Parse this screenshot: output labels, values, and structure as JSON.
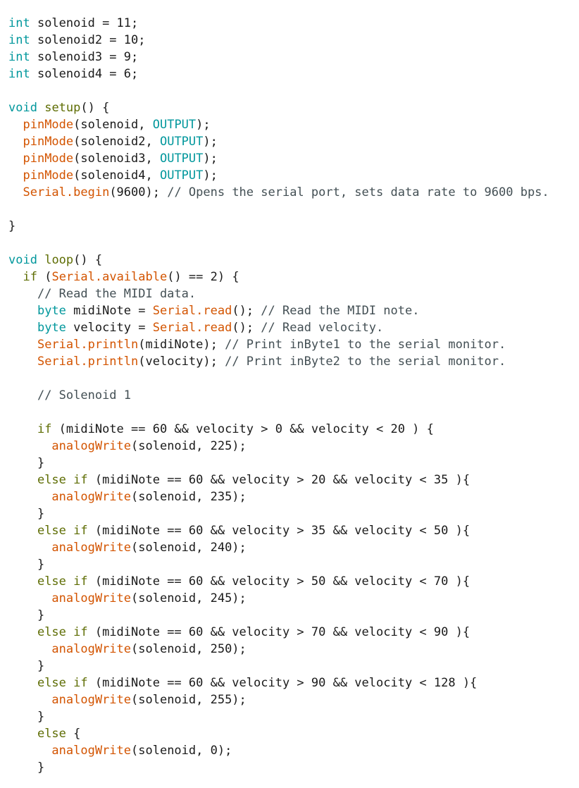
{
  "editor": {
    "language": "arduino",
    "colors": {
      "type": "#00979c",
      "keyword": "#5e6d03",
      "builtin": "#d35400",
      "constant": "#00979c",
      "comment": "#434f54",
      "plain": "#1a1a1a"
    },
    "lines": [
      [
        {
          "t": "type",
          "v": "int"
        },
        {
          "t": "plain",
          "v": " solenoid = 11;"
        }
      ],
      [
        {
          "t": "type",
          "v": "int"
        },
        {
          "t": "plain",
          "v": " solenoid2 = 10;"
        }
      ],
      [
        {
          "t": "type",
          "v": "int"
        },
        {
          "t": "plain",
          "v": " solenoid3 = 9;"
        }
      ],
      [
        {
          "t": "type",
          "v": "int"
        },
        {
          "t": "plain",
          "v": " solenoid4 = 6;"
        }
      ],
      [],
      [
        {
          "t": "type",
          "v": "void"
        },
        {
          "t": "plain",
          "v": " "
        },
        {
          "t": "keyword",
          "v": "setup"
        },
        {
          "t": "plain",
          "v": "() {"
        }
      ],
      [
        {
          "t": "plain",
          "v": "  "
        },
        {
          "t": "builtin",
          "v": "pinMode"
        },
        {
          "t": "plain",
          "v": "(solenoid, "
        },
        {
          "t": "constant",
          "v": "OUTPUT"
        },
        {
          "t": "plain",
          "v": ");"
        }
      ],
      [
        {
          "t": "plain",
          "v": "  "
        },
        {
          "t": "builtin",
          "v": "pinMode"
        },
        {
          "t": "plain",
          "v": "(solenoid2, "
        },
        {
          "t": "constant",
          "v": "OUTPUT"
        },
        {
          "t": "plain",
          "v": ");"
        }
      ],
      [
        {
          "t": "plain",
          "v": "  "
        },
        {
          "t": "builtin",
          "v": "pinMode"
        },
        {
          "t": "plain",
          "v": "(solenoid3, "
        },
        {
          "t": "constant",
          "v": "OUTPUT"
        },
        {
          "t": "plain",
          "v": ");"
        }
      ],
      [
        {
          "t": "plain",
          "v": "  "
        },
        {
          "t": "builtin",
          "v": "pinMode"
        },
        {
          "t": "plain",
          "v": "(solenoid4, "
        },
        {
          "t": "constant",
          "v": "OUTPUT"
        },
        {
          "t": "plain",
          "v": ");"
        }
      ],
      [
        {
          "t": "plain",
          "v": "  "
        },
        {
          "t": "builtin",
          "v": "Serial.begin"
        },
        {
          "t": "plain",
          "v": "(9600); "
        },
        {
          "t": "comment",
          "v": "// Opens the serial port, sets data rate to 9600 bps."
        }
      ],
      [],
      [
        {
          "t": "plain",
          "v": "}"
        }
      ],
      [],
      [
        {
          "t": "type",
          "v": "void"
        },
        {
          "t": "plain",
          "v": " "
        },
        {
          "t": "keyword",
          "v": "loop"
        },
        {
          "t": "plain",
          "v": "() {"
        }
      ],
      [
        {
          "t": "plain",
          "v": "  "
        },
        {
          "t": "keyword",
          "v": "if"
        },
        {
          "t": "plain",
          "v": " ("
        },
        {
          "t": "builtin",
          "v": "Serial.available"
        },
        {
          "t": "plain",
          "v": "() == 2) {"
        }
      ],
      [
        {
          "t": "plain",
          "v": "    "
        },
        {
          "t": "comment",
          "v": "// Read the MIDI data."
        }
      ],
      [
        {
          "t": "plain",
          "v": "    "
        },
        {
          "t": "type",
          "v": "byte"
        },
        {
          "t": "plain",
          "v": " midiNote = "
        },
        {
          "t": "builtin",
          "v": "Serial.read"
        },
        {
          "t": "plain",
          "v": "(); "
        },
        {
          "t": "comment",
          "v": "// Read the MIDI note."
        }
      ],
      [
        {
          "t": "plain",
          "v": "    "
        },
        {
          "t": "type",
          "v": "byte"
        },
        {
          "t": "plain",
          "v": " velocity = "
        },
        {
          "t": "builtin",
          "v": "Serial.read"
        },
        {
          "t": "plain",
          "v": "(); "
        },
        {
          "t": "comment",
          "v": "// Read velocity."
        }
      ],
      [
        {
          "t": "plain",
          "v": "    "
        },
        {
          "t": "builtin",
          "v": "Serial.println"
        },
        {
          "t": "plain",
          "v": "(midiNote); "
        },
        {
          "t": "comment",
          "v": "// Print inByte1 to the serial monitor."
        }
      ],
      [
        {
          "t": "plain",
          "v": "    "
        },
        {
          "t": "builtin",
          "v": "Serial.println"
        },
        {
          "t": "plain",
          "v": "(velocity); "
        },
        {
          "t": "comment",
          "v": "// Print inByte2 to the serial monitor."
        }
      ],
      [],
      [
        {
          "t": "plain",
          "v": "    "
        },
        {
          "t": "comment",
          "v": "// Solenoid 1"
        }
      ],
      [],
      [
        {
          "t": "plain",
          "v": "    "
        },
        {
          "t": "keyword",
          "v": "if"
        },
        {
          "t": "plain",
          "v": " (midiNote == 60 && velocity > 0 && velocity < 20 ) {"
        }
      ],
      [
        {
          "t": "plain",
          "v": "      "
        },
        {
          "t": "builtin",
          "v": "analogWrite"
        },
        {
          "t": "plain",
          "v": "(solenoid, 225);"
        }
      ],
      [
        {
          "t": "plain",
          "v": "    }"
        }
      ],
      [
        {
          "t": "plain",
          "v": "    "
        },
        {
          "t": "keyword",
          "v": "else if"
        },
        {
          "t": "plain",
          "v": " (midiNote == 60 && velocity > 20 && velocity < 35 ){"
        }
      ],
      [
        {
          "t": "plain",
          "v": "      "
        },
        {
          "t": "builtin",
          "v": "analogWrite"
        },
        {
          "t": "plain",
          "v": "(solenoid, 235);"
        }
      ],
      [
        {
          "t": "plain",
          "v": "    }"
        }
      ],
      [
        {
          "t": "plain",
          "v": "    "
        },
        {
          "t": "keyword",
          "v": "else if"
        },
        {
          "t": "plain",
          "v": " (midiNote == 60 && velocity > 35 && velocity < 50 ){"
        }
      ],
      [
        {
          "t": "plain",
          "v": "      "
        },
        {
          "t": "builtin",
          "v": "analogWrite"
        },
        {
          "t": "plain",
          "v": "(solenoid, 240);"
        }
      ],
      [
        {
          "t": "plain",
          "v": "    }"
        }
      ],
      [
        {
          "t": "plain",
          "v": "    "
        },
        {
          "t": "keyword",
          "v": "else if"
        },
        {
          "t": "plain",
          "v": " (midiNote == 60 && velocity > 50 && velocity < 70 ){"
        }
      ],
      [
        {
          "t": "plain",
          "v": "      "
        },
        {
          "t": "builtin",
          "v": "analogWrite"
        },
        {
          "t": "plain",
          "v": "(solenoid, 245);"
        }
      ],
      [
        {
          "t": "plain",
          "v": "    }"
        }
      ],
      [
        {
          "t": "plain",
          "v": "    "
        },
        {
          "t": "keyword",
          "v": "else if"
        },
        {
          "t": "plain",
          "v": " (midiNote == 60 && velocity > 70 && velocity < 90 ){"
        }
      ],
      [
        {
          "t": "plain",
          "v": "      "
        },
        {
          "t": "builtin",
          "v": "analogWrite"
        },
        {
          "t": "plain",
          "v": "(solenoid, 250);"
        }
      ],
      [
        {
          "t": "plain",
          "v": "    }"
        }
      ],
      [
        {
          "t": "plain",
          "v": "    "
        },
        {
          "t": "keyword",
          "v": "else if"
        },
        {
          "t": "plain",
          "v": " (midiNote == 60 && velocity > 90 && velocity < 128 ){"
        }
      ],
      [
        {
          "t": "plain",
          "v": "      "
        },
        {
          "t": "builtin",
          "v": "analogWrite"
        },
        {
          "t": "plain",
          "v": "(solenoid, 255);"
        }
      ],
      [
        {
          "t": "plain",
          "v": "    }"
        }
      ],
      [
        {
          "t": "plain",
          "v": "    "
        },
        {
          "t": "keyword",
          "v": "else"
        },
        {
          "t": "plain",
          "v": " {"
        }
      ],
      [
        {
          "t": "plain",
          "v": "      "
        },
        {
          "t": "builtin",
          "v": "analogWrite"
        },
        {
          "t": "plain",
          "v": "(solenoid, 0);"
        }
      ],
      [
        {
          "t": "plain",
          "v": "    }"
        }
      ]
    ]
  }
}
